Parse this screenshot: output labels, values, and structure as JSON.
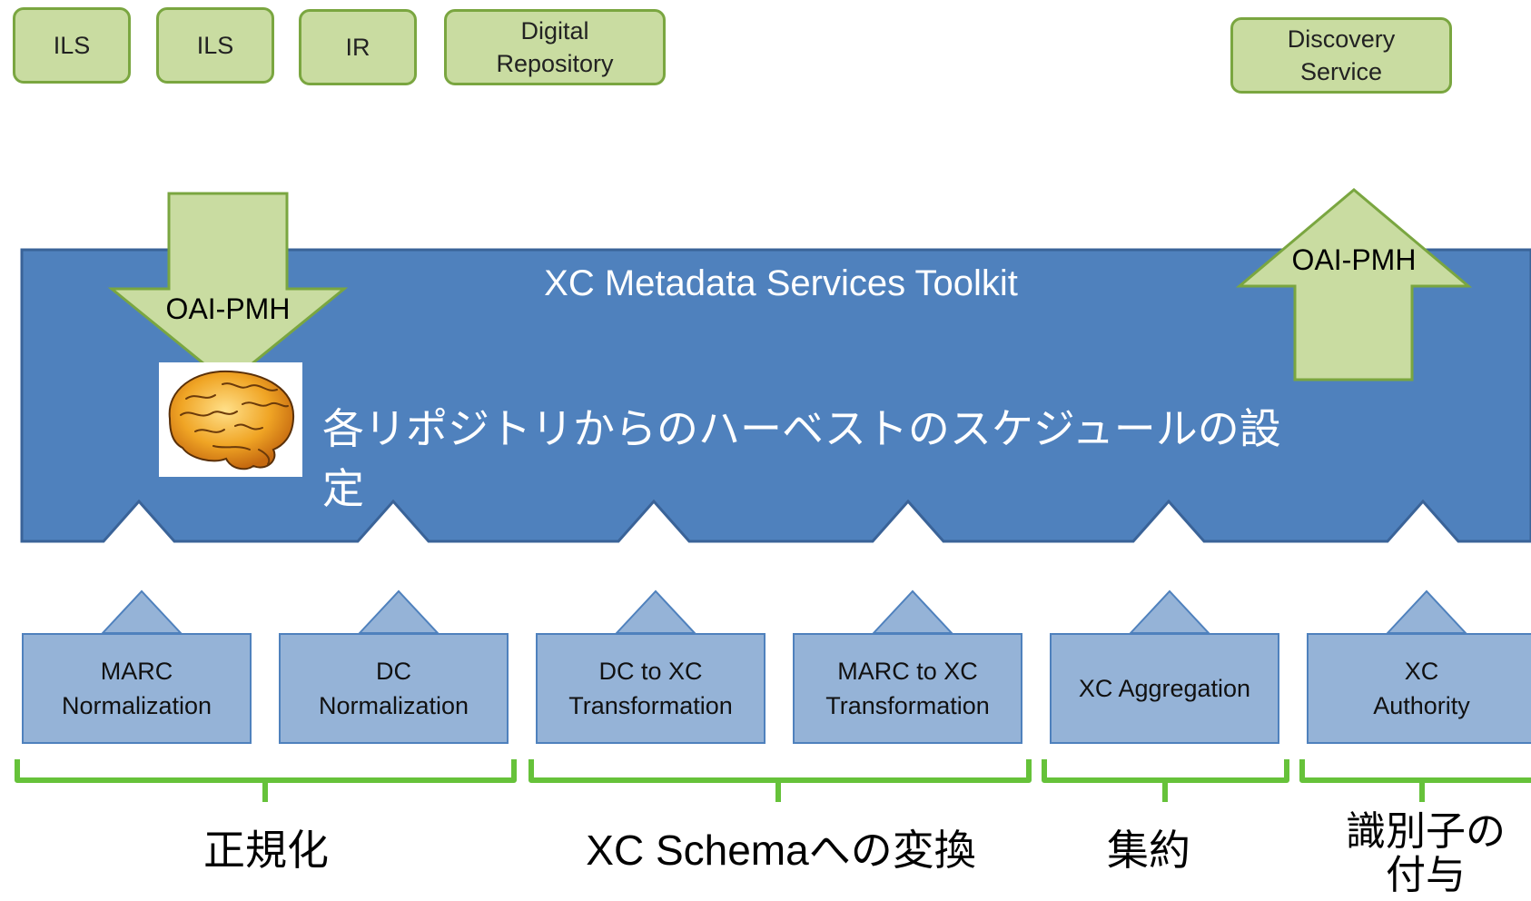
{
  "sources": [
    {
      "label": "ILS"
    },
    {
      "label": "ILS"
    },
    {
      "label": "IR"
    },
    {
      "label": "Digital\nRepository"
    }
  ],
  "discovery": {
    "label": "Discovery\nService"
  },
  "toolkit": {
    "title": "XC Metadata Services Toolkit",
    "schedule": "各リポジトリからのハーベストのスケジュールの設定",
    "in_arrow": "OAI-PMH",
    "out_arrow": "OAI-PMH"
  },
  "services": [
    {
      "label": "MARC\nNormalization"
    },
    {
      "label": "DC\nNormalization"
    },
    {
      "label": "DC to XC\nTransformation"
    },
    {
      "label": "MARC to XC\nTransformation"
    },
    {
      "label": "XC Aggregation"
    },
    {
      "label": "XC\nAuthority"
    }
  ],
  "categories": [
    {
      "label": "正規化"
    },
    {
      "label": "XC Schemaへの変換"
    },
    {
      "label": "集約"
    },
    {
      "label": "識別子の\n付与"
    }
  ],
  "colors": {
    "toolkit_blue": "#4f81bd",
    "service_blue": "#95b3d7",
    "source_green": "#c9dca1",
    "bracket_green": "#66c23a"
  }
}
